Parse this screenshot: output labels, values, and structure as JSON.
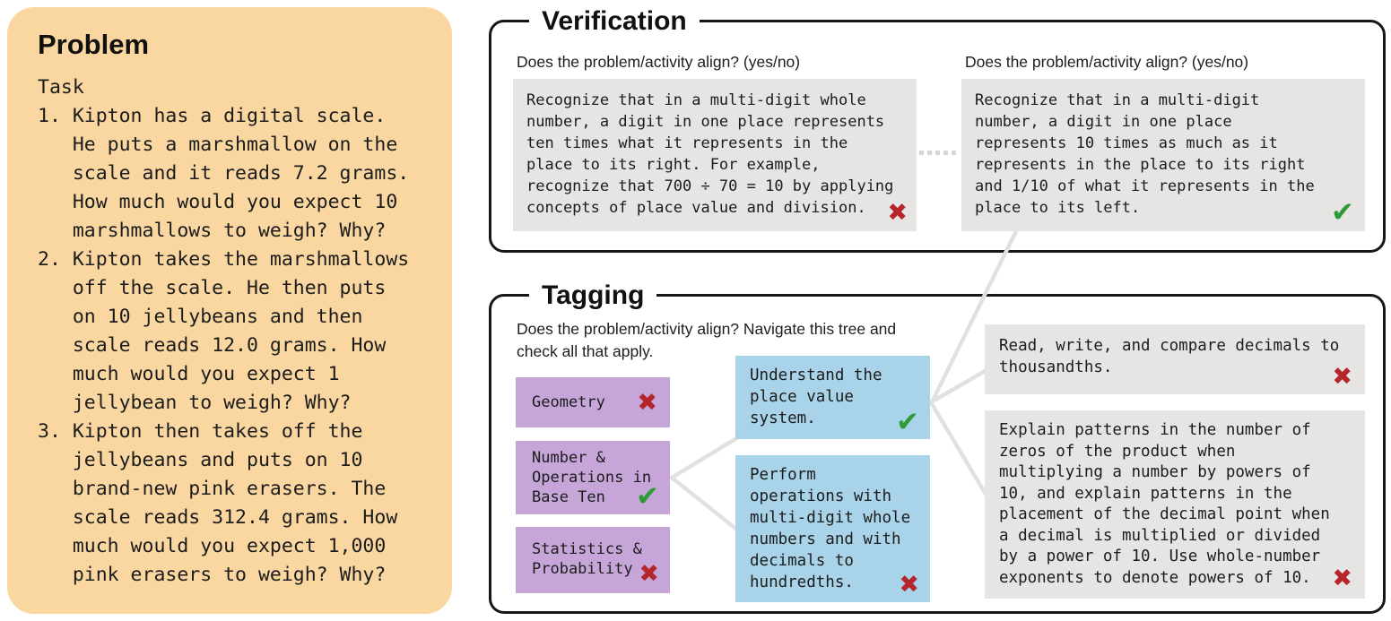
{
  "problem": {
    "title": "Problem",
    "body": "Task\n1. Kipton has a digital scale.\n   He puts a marshmallow on the\n   scale and it reads 7.2 grams.\n   How much would you expect 10\n   marshmallows to weigh? Why?\n2. Kipton takes the marshmallows\n   off the scale. He then puts\n   on 10 jellybeans and then\n   scale reads 12.0 grams. How\n   much would you expect 1\n   jellybean to weigh? Why?\n3. Kipton then takes off the\n   jellybeans and puts on 10\n   brand-new pink erasers. The\n   scale reads 312.4 grams. How\n   much would you expect 1,000\n   pink erasers to weigh? Why?"
  },
  "verification": {
    "title": "Verification",
    "cards": [
      {
        "prompt": "Does the problem/activity align? (yes/no)",
        "text": "Recognize that in a multi-digit whole\nnumber, a digit in one place represents\nten times what it represents in the\nplace to its right. For example,\nrecognize that 700 ÷ 70 = 10 by applying\nconcepts of place value and division.",
        "verdict": "no",
        "mark": "✖"
      },
      {
        "prompt": "Does the problem/activity align? (yes/no)",
        "text": "Recognize that in a multi-digit\nnumber, a digit in one place\nrepresents 10 times as much as it\nrepresents in the place to its right\nand 1/10 of what it represents in the\nplace to its left.",
        "verdict": "yes",
        "mark": "✔"
      }
    ]
  },
  "tagging": {
    "title": "Tagging",
    "prompt": "Does the problem/activity align? Navigate this tree and\ncheck all that apply.",
    "domains": [
      {
        "label": "Geometry",
        "verdict": "no",
        "mark": "✖"
      },
      {
        "label": "Number &\nOperations in\nBase Ten",
        "verdict": "yes",
        "mark": "✔"
      },
      {
        "label": "Statistics &\nProbability",
        "verdict": "no",
        "mark": "✖"
      }
    ],
    "clusters": [
      {
        "label": "Understand the\nplace value\nsystem.",
        "verdict": "yes",
        "mark": "✔"
      },
      {
        "label": "Perform\noperations with\nmulti-digit whole\nnumbers and with\ndecimals to\nhundredths.",
        "verdict": "no",
        "mark": "✖"
      }
    ],
    "standards": [
      {
        "text": "Read, write, and compare decimals to\nthousandths.",
        "verdict": "no",
        "mark": "✖"
      },
      {
        "text": "Explain patterns in the number of\nzeros of the product when\nmultiplying a number by powers of\n10, and explain patterns in the\nplacement of the decimal point when\na decimal is multiplied or divided\nby a power of 10. Use whole-number\nexponents to denote powers of 10.",
        "verdict": "no",
        "mark": "✖"
      }
    ]
  },
  "colors": {
    "problem_bg": "#FAD7A1",
    "card_gray": "#E6E5E3",
    "domain_purple": "#C6A6D9",
    "cluster_blue": "#A8D3E9",
    "check_green": "#2F9B35",
    "cross_red": "#B5262B",
    "connector_gray": "#E3E1DF",
    "border_black": "#161616"
  }
}
